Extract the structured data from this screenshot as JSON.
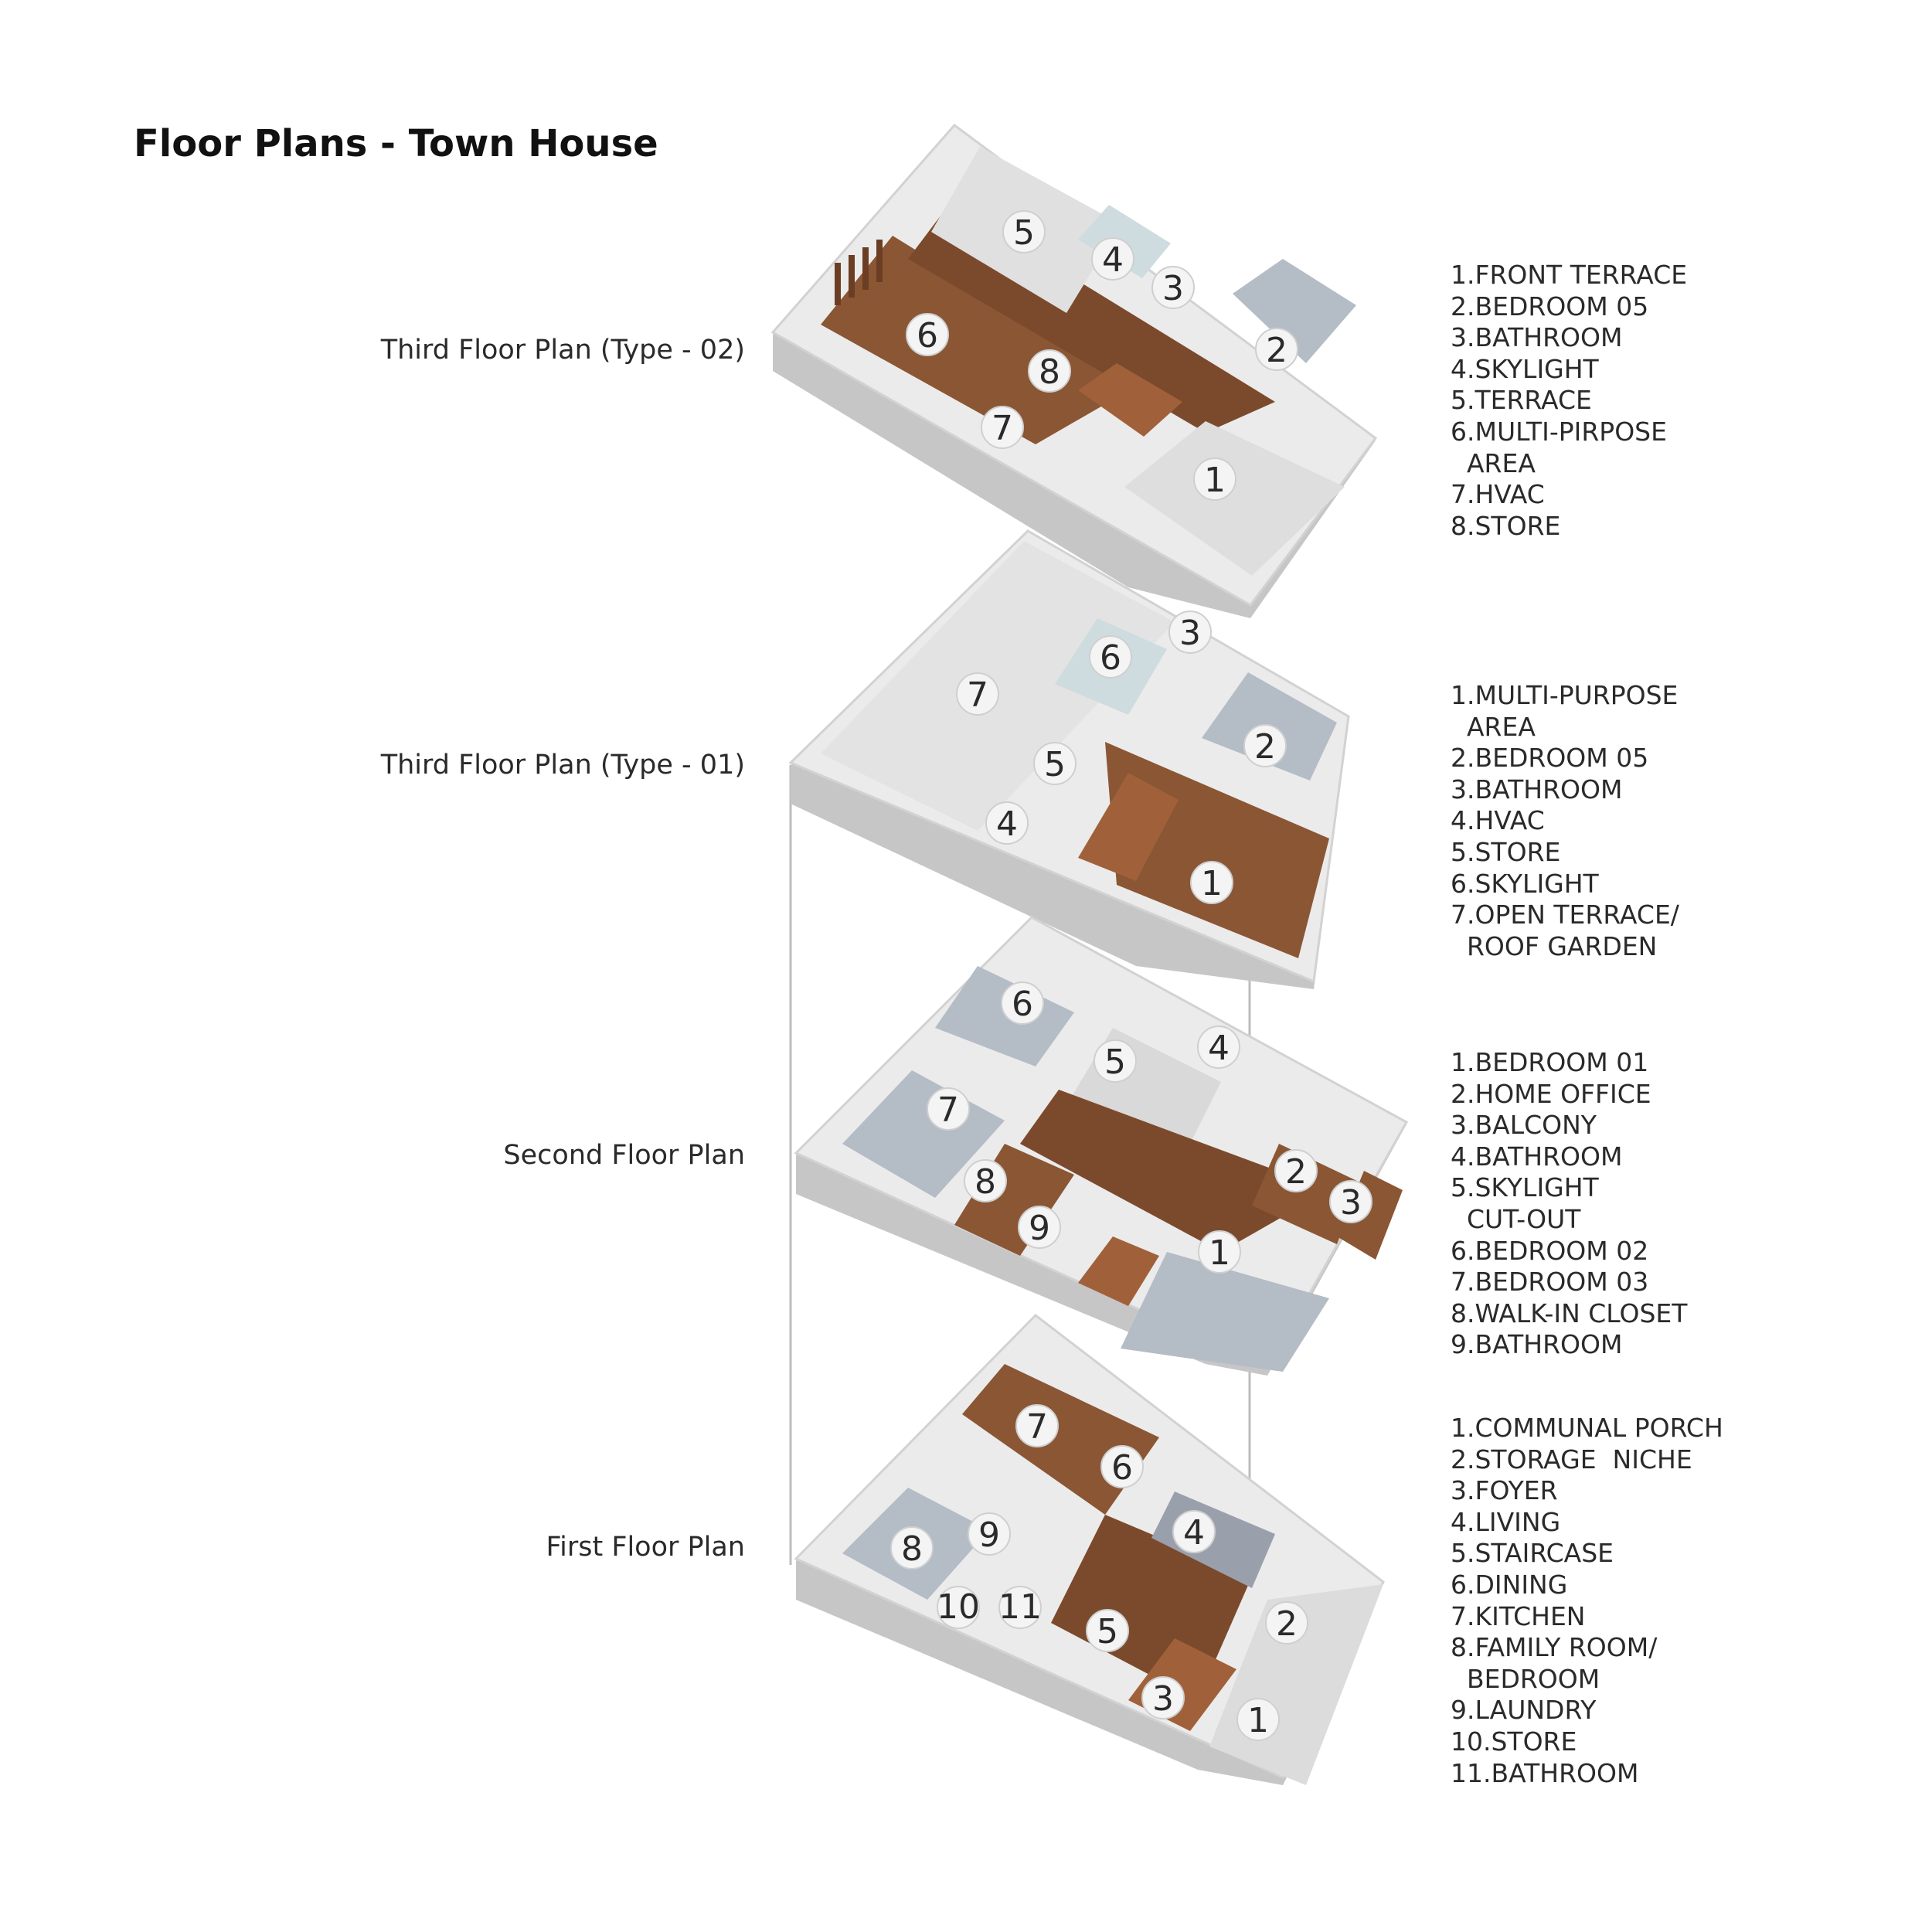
{
  "title": "Floor Plans - Town House",
  "levels": [
    {
      "label": "Third Floor Plan (Type - 02)",
      "rooms": [
        "1.FRONT TERRACE",
        "2.BEDROOM 05",
        "3.BATHROOM",
        "4.SKYLIGHT",
        "5.TERRACE",
        "6.MULTI-PIRPOSE",
        "  AREA",
        "7.HVAC",
        "8.STORE"
      ],
      "badges": [
        "1",
        "2",
        "3",
        "4",
        "5",
        "6",
        "7",
        "8"
      ]
    },
    {
      "label": "Third Floor Plan (Type - 01)",
      "rooms": [
        "1.MULTI-PURPOSE",
        "  AREA",
        "2.BEDROOM 05",
        "3.BATHROOM",
        "4.HVAC",
        "5.STORE",
        "6.SKYLIGHT",
        "7.OPEN TERRACE/",
        "  ROOF GARDEN"
      ],
      "badges": [
        "1",
        "2",
        "3",
        "4",
        "5",
        "6",
        "7"
      ]
    },
    {
      "label": "Second Floor Plan",
      "rooms": [
        "1.BEDROOM 01",
        "2.HOME OFFICE",
        "3.BALCONY",
        "4.BATHROOM",
        "5.SKYLIGHT",
        "  CUT-OUT",
        "6.BEDROOM 02",
        "7.BEDROOM 03",
        "8.WALK-IN CLOSET",
        "9.BATHROOM"
      ],
      "badges": [
        "1",
        "2",
        "3",
        "4",
        "5",
        "6",
        "7",
        "8",
        "9"
      ]
    },
    {
      "label": "First Floor Plan",
      "rooms": [
        "1.COMMUNAL PORCH",
        "2.STORAGE  NICHE",
        "3.FOYER",
        "4.LIVING",
        "5.STAIRCASE",
        "6.DINING",
        "7.KITCHEN",
        "8.FAMILY ROOM/",
        "  BEDROOM",
        "9.LAUNDRY",
        "10.STORE",
        "11.BATHROOM"
      ],
      "badges": [
        "1",
        "2",
        "3",
        "4",
        "5",
        "6",
        "7",
        "8",
        "9",
        "10",
        "11"
      ]
    }
  ],
  "colors": {
    "wood": "#8a5634",
    "wood_dark": "#6e4026",
    "slab": "#ecebeb",
    "wall": "#f6f6f6",
    "carpet": "#b4bcc6",
    "terrace": "#dcdcdc",
    "glass": "#cfdcdf",
    "stair": "#a0613a",
    "badge": "#f4f4f4"
  }
}
